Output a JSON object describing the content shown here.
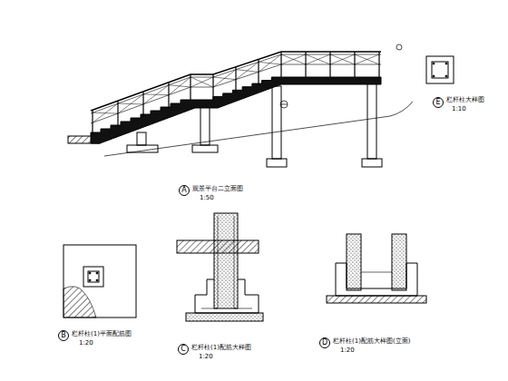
{
  "diagram": {
    "nodes": [
      {
        "text": [
          "A"
        ]
      },
      {
        "text": [
          "E"
        ]
      },
      {
        "text": [
          "B"
        ]
      },
      {
        "text": [
          "C"
        ]
      },
      {
        "text": [
          "D"
        ]
      }
    ],
    "labels": [
      "观景平台二立面图",
      "1:50",
      "栏杆柱大样图",
      "1:10",
      "栏杆柱(1)平面配筋图",
      "1:20",
      "栏杆柱(1)配筋大样图",
      "1:20",
      "栏杆柱(1)配筋大样图(立面)",
      "1:20"
    ]
  }
}
